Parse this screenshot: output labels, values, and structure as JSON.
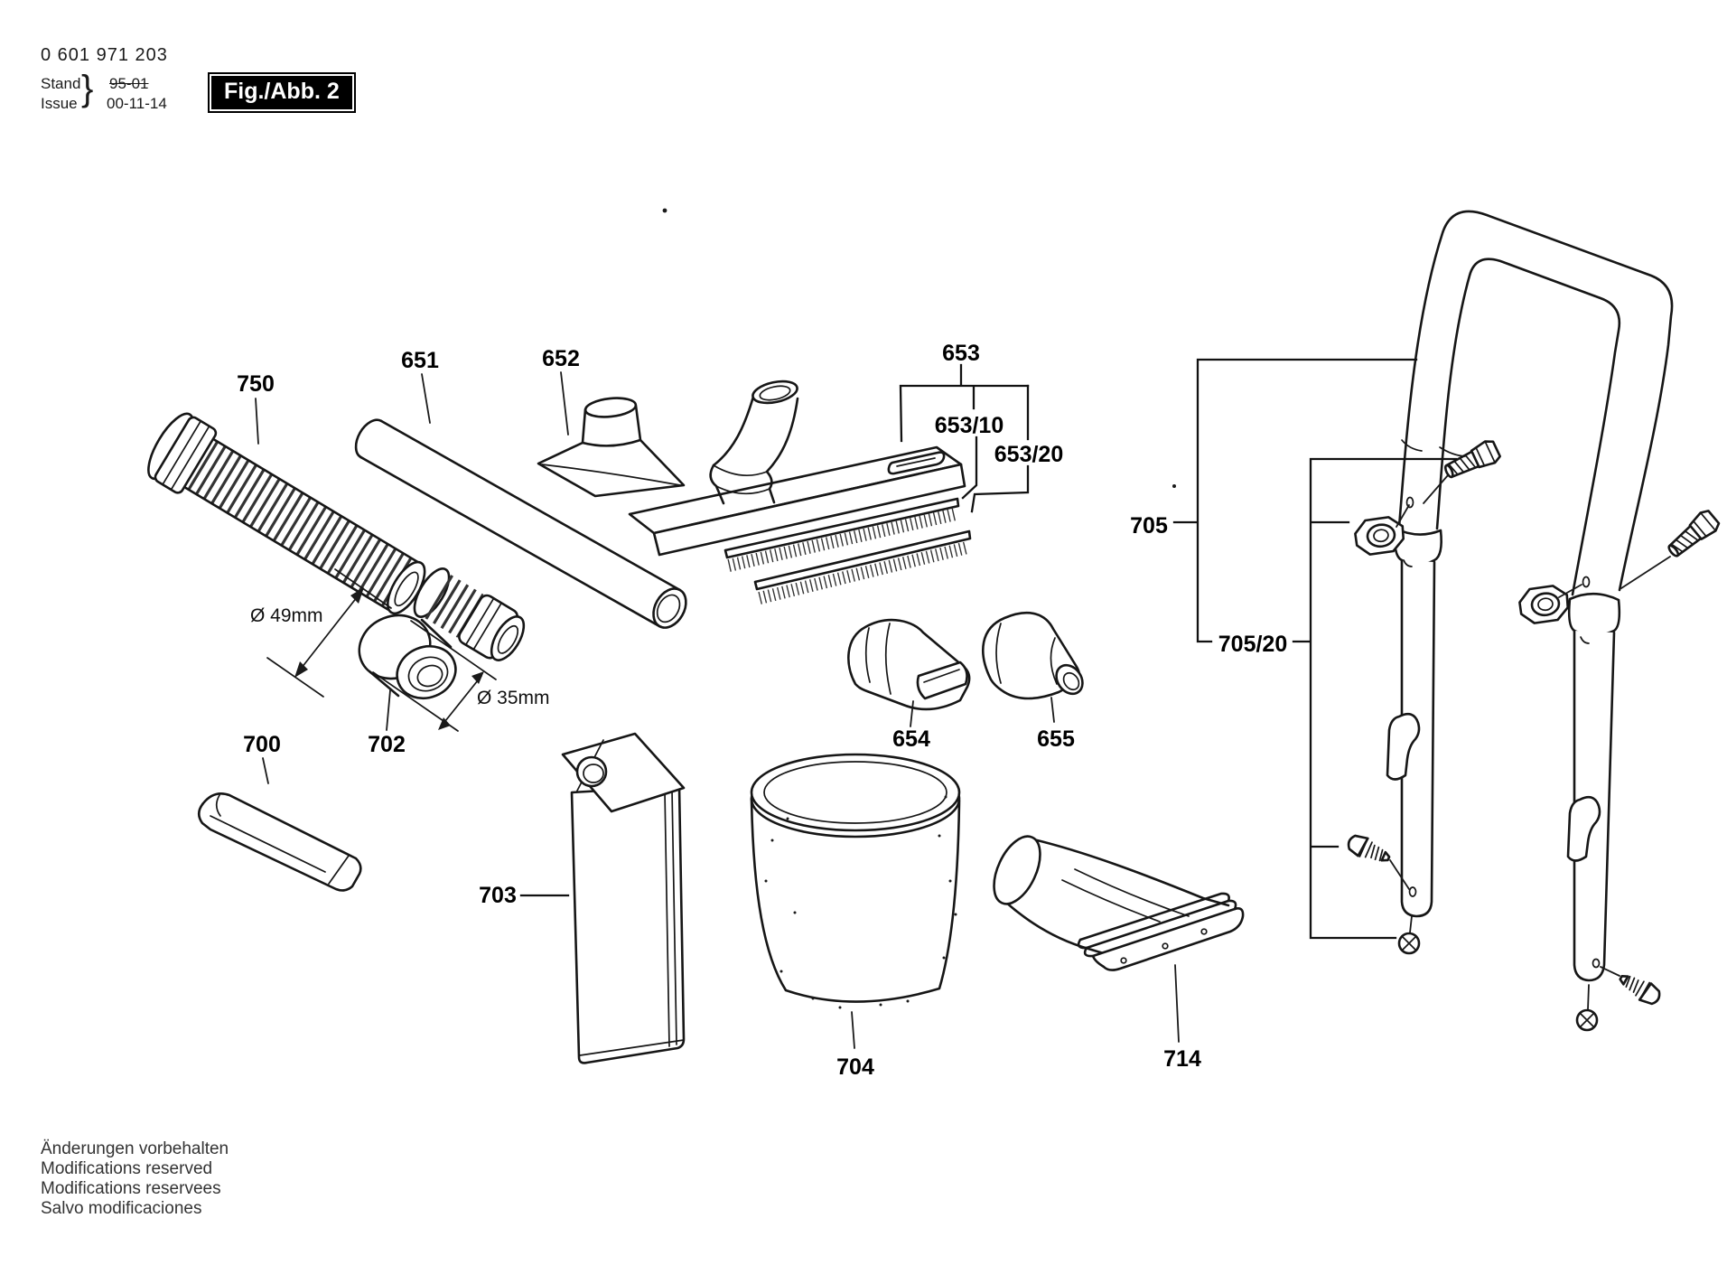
{
  "header": {
    "part_number": "0 601 971 203",
    "stand_label": "Stand",
    "issue_label": "Issue",
    "brace": "}",
    "stand_value": "95-01",
    "issue_value": "00-11-14",
    "figure_label": "Fig./Abb. 2"
  },
  "part_labels": {
    "p750": "750",
    "p651": "651",
    "p652": "652",
    "p653": "653",
    "p653_10": "653/10",
    "p653_20": "653/20",
    "p700": "700",
    "p702": "702",
    "p703": "703",
    "p704": "704",
    "p654": "654",
    "p655": "655",
    "p714": "714",
    "p705": "705",
    "p705_20": "705/20"
  },
  "dimensions": {
    "d49": "Ø 49mm",
    "d35": "Ø 35mm"
  },
  "footer": {
    "lines": [
      "Änderungen vorbehalten",
      "Modifications reserved",
      "Modifications reservees",
      "Salvo modificaciones"
    ]
  },
  "colors": {
    "background": "#ffffff",
    "line": "#161616",
    "figure_box_bg": "#000000",
    "figure_box_text": "#ffffff",
    "footer_text": "#333333"
  }
}
